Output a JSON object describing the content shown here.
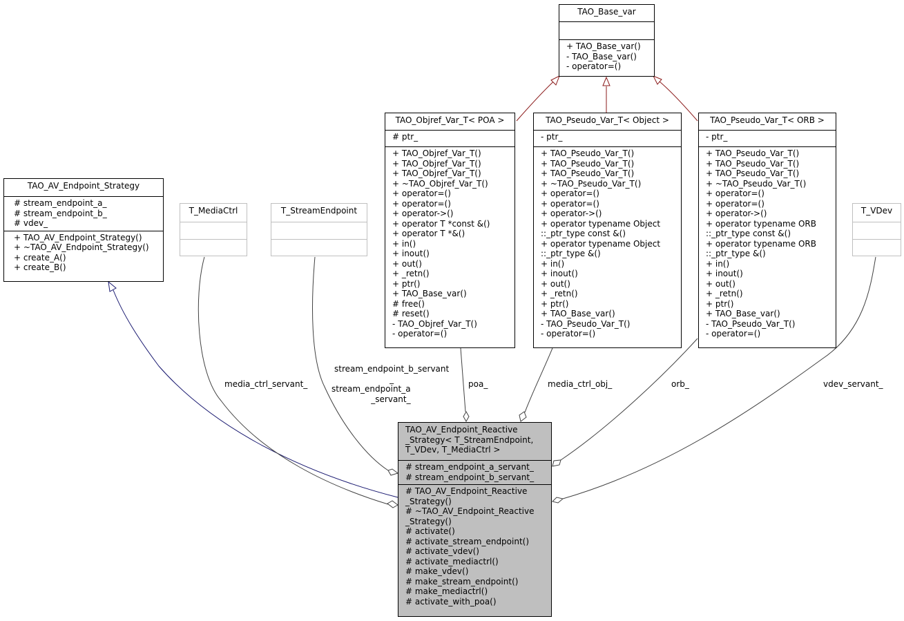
{
  "diagram": {
    "title": "Collaboration diagram for TAO_AV_Endpoint_Reactive_Strategy< T_StreamEndpoint, T_VDev, T_MediaCtrl >",
    "colors": {
      "inheritance_edge_base": "#8b1a1a",
      "inheritance_edge_strategy": "#191970",
      "usage_edge": "#404040",
      "focus_class_fill": "#bfbfbf",
      "template_param_border": "#bfbfbf"
    },
    "classes": {
      "tao_base_var": {
        "title": "TAO_Base_var",
        "attributes": [],
        "operations": [
          "+ TAO_Base_var()",
          "- TAO_Base_var()",
          "- operator=()"
        ]
      },
      "objref_var_poa": {
        "title": "TAO_Objref_Var_T< POA >",
        "attributes": [
          "# ptr_"
        ],
        "operations": [
          "+ TAO_Objref_Var_T()",
          "+ TAO_Objref_Var_T()",
          "+ TAO_Objref_Var_T()",
          "+ ~TAO_Objref_Var_T()",
          "+ operator=()",
          "+ operator=()",
          "+ operator->()",
          "+ operator T *const &()",
          "+ operator T *&()",
          "+ in()",
          "+ inout()",
          "+ out()",
          "+ _retn()",
          "+ ptr()",
          "+ TAO_Base_var()",
          "# free()",
          "# reset()",
          "- TAO_Objref_Var_T()",
          "- operator=()"
        ]
      },
      "pseudo_var_object": {
        "title": "TAO_Pseudo_Var_T< Object >",
        "attributes": [
          "- ptr_"
        ],
        "operations": [
          "+ TAO_Pseudo_Var_T()",
          "+ TAO_Pseudo_Var_T()",
          "+ TAO_Pseudo_Var_T()",
          "+ ~TAO_Pseudo_Var_T()",
          "+ operator=()",
          "+ operator=()",
          "+ operator->()",
          "+ operator typename Object",
          "::_ptr_type const &()",
          "+ operator typename Object",
          "::_ptr_type &()",
          "+ in()",
          "+ inout()",
          "+ out()",
          "+ _retn()",
          "+ ptr()",
          "+ TAO_Base_var()",
          "- TAO_Pseudo_Var_T()",
          "- operator=()"
        ]
      },
      "pseudo_var_orb": {
        "title": "TAO_Pseudo_Var_T< ORB >",
        "attributes": [
          "- ptr_"
        ],
        "operations": [
          "+ TAO_Pseudo_Var_T()",
          "+ TAO_Pseudo_Var_T()",
          "+ TAO_Pseudo_Var_T()",
          "+ ~TAO_Pseudo_Var_T()",
          "+ operator=()",
          "+ operator=()",
          "+ operator->()",
          "+ operator typename ORB",
          "::_ptr_type const &()",
          "+ operator typename ORB",
          "::_ptr_type &()",
          "+ in()",
          "+ inout()",
          "+ out()",
          "+ _retn()",
          "+ ptr()",
          "+ TAO_Base_var()",
          "- TAO_Pseudo_Var_T()",
          "- operator=()"
        ]
      },
      "av_endpoint_strategy": {
        "title": "TAO_AV_Endpoint_Strategy",
        "attributes": [
          "# stream_endpoint_a_",
          "# stream_endpoint_b_",
          "# vdev_"
        ],
        "operations": [
          "+ TAO_AV_Endpoint_Strategy()",
          "+ ~TAO_AV_Endpoint_Strategy()",
          "+ create_A()",
          "+ create_B()"
        ]
      },
      "t_mediactrl": {
        "title": "T_MediaCtrl",
        "attributes": [],
        "operations": []
      },
      "t_streamendpoint": {
        "title": "T_StreamEndpoint",
        "attributes": [],
        "operations": []
      },
      "t_vdev": {
        "title": "T_VDev",
        "attributes": [],
        "operations": []
      },
      "reactive_strategy": {
        "title": "TAO_AV_Endpoint_Reactive\n_Strategy< T_StreamEndpoint,\n T_VDev, T_MediaCtrl >",
        "attributes": [
          "# stream_endpoint_a_servant_",
          "# stream_endpoint_b_servant_"
        ],
        "operations": [
          "# TAO_AV_Endpoint_Reactive",
          "_Strategy()",
          "# ~TAO_AV_Endpoint_Reactive",
          "_Strategy()",
          "# activate()",
          "# activate_stream_endpoint()",
          "# activate_vdev()",
          "# activate_mediactrl()",
          "# make_vdev()",
          "# make_stream_endpoint()",
          "# make_mediactrl()",
          "# activate_with_poa()"
        ]
      }
    },
    "edge_labels": {
      "media_ctrl_servant": "media_ctrl_servant_",
      "stream_endpoint_b_servant": "stream_endpoint_b_servant\n_",
      "stream_endpoint_a_servant": "stream_endpoint_a\n_servant_",
      "poa": "poa_",
      "media_ctrl_obj": "media_ctrl_obj_",
      "orb": "orb_",
      "vdev_servant": "vdev_servant_"
    }
  }
}
